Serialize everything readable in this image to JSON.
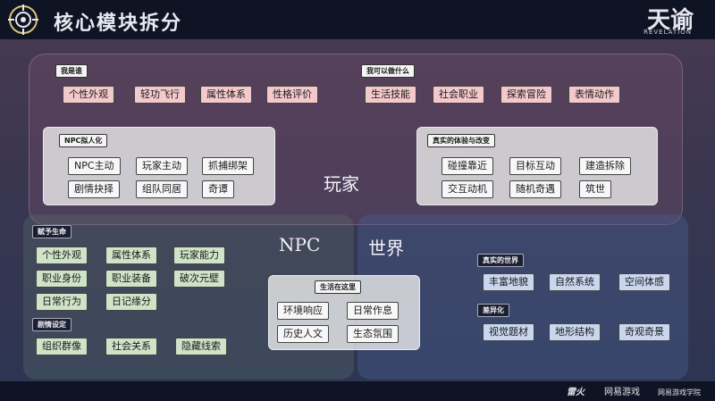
{
  "header": {
    "title": "核心模块拆分",
    "brand": "天谕",
    "brand_sub": "REVELATION"
  },
  "zones": {
    "player": "玩家",
    "npc": "NPC",
    "world": "世界"
  },
  "groups": {
    "who": {
      "title": "我是谁",
      "items": [
        "个性外观",
        "轻功飞行",
        "属性体系",
        "性格评价"
      ]
    },
    "can": {
      "title": "我可以做什么",
      "items": [
        "生活技能",
        "社会职业",
        "探索冒险",
        "表情动作"
      ]
    },
    "npc_person": {
      "title": "NPC拟人化",
      "items": [
        "NPC主动",
        "玩家主动",
        "抓捕绑架",
        "剧情抉择",
        "组队同居",
        "奇谭"
      ]
    },
    "real_exp": {
      "title": "真实的体验与改变",
      "items": [
        "碰撞靠近",
        "目标互动",
        "建造拆除",
        "交互动机",
        "随机奇遇",
        "筑世"
      ]
    },
    "life": {
      "title": "赋予生命",
      "items": [
        "个性外观",
        "属性体系",
        "玩家能力",
        "职业身份",
        "职业装备",
        "破次元壁",
        "日常行为",
        "日记缘分"
      ]
    },
    "plot": {
      "title": "剧情设定",
      "items": [
        "组织群像",
        "社会关系",
        "隐藏线索"
      ]
    },
    "living": {
      "title": "生活在这里",
      "items": [
        "环境响应",
        "日常作息",
        "历史人文",
        "生态氛围"
      ]
    },
    "real_world": {
      "title": "真实的世界",
      "items": [
        "丰富地貌",
        "自然系统",
        "空间体感"
      ]
    },
    "diff": {
      "title": "差异化",
      "items": [
        "视觉题材",
        "地形结构",
        "奇观奇景"
      ]
    }
  },
  "footer": {
    "logo1": "雷火",
    "logo2": "网易游戏",
    "logo3": "网易游戏学院"
  }
}
